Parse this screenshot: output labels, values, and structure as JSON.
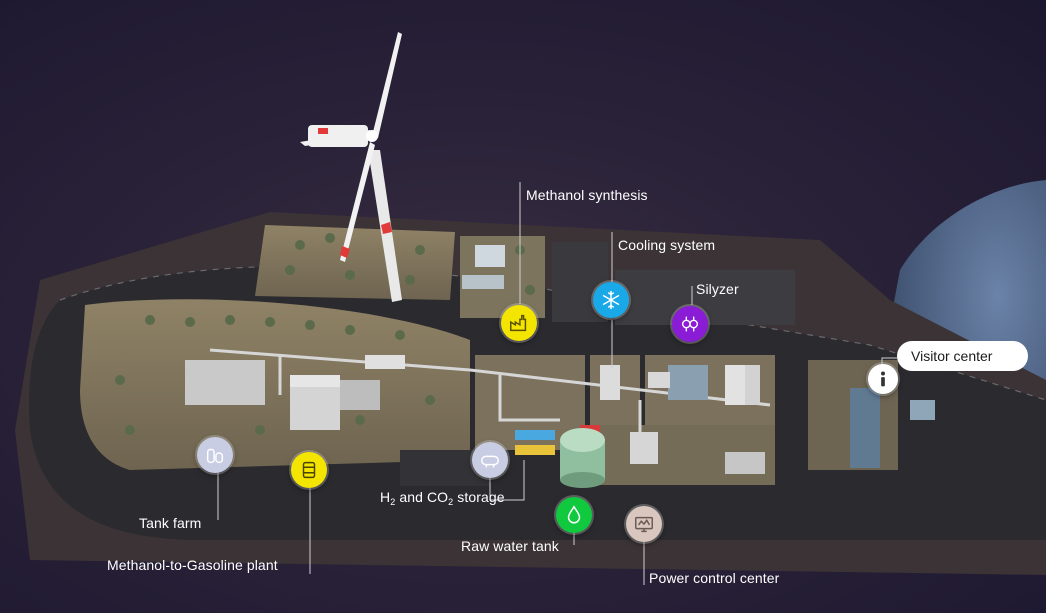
{
  "labels": {
    "methanol_synthesis": "Methanol synthesis",
    "cooling_system": "Cooling system",
    "silyzer": "Silyzer",
    "visitor_center": "Visitor center",
    "tank_farm": "Tank farm",
    "mtg_plant": "Methanol-to-Gasoline plant",
    "storage_h": "H",
    "storage_sub1": "2",
    "storage_and": " and CO",
    "storage_sub2": "2",
    "storage_tail": " storage",
    "raw_water_tank": "Raw water tank",
    "power_control_center": "Power control center"
  },
  "icons": {
    "methanol_synthesis": "factory-icon",
    "cooling_system": "snowflake-icon",
    "silyzer": "electrolyzer-icon",
    "visitor_center": "info-icon",
    "tank_farm": "tanks-icon",
    "mtg_plant": "fuel-barrel-icon",
    "storage": "gas-cylinder-icon",
    "raw_water_tank": "water-drop-icon",
    "power_control_center": "monitor-icon"
  },
  "colors": {
    "methanol_synthesis": "#f3e500",
    "cooling_system": "#19a8e8",
    "silyzer": "#8a1cd6",
    "visitor_center": "#ffffff",
    "tank_farm": "#c9cde3",
    "mtg_plant": "#f3e500",
    "storage": "#c9cde3",
    "raw_water_tank": "#10c93e",
    "power_control_center": "#d8c6bf"
  }
}
